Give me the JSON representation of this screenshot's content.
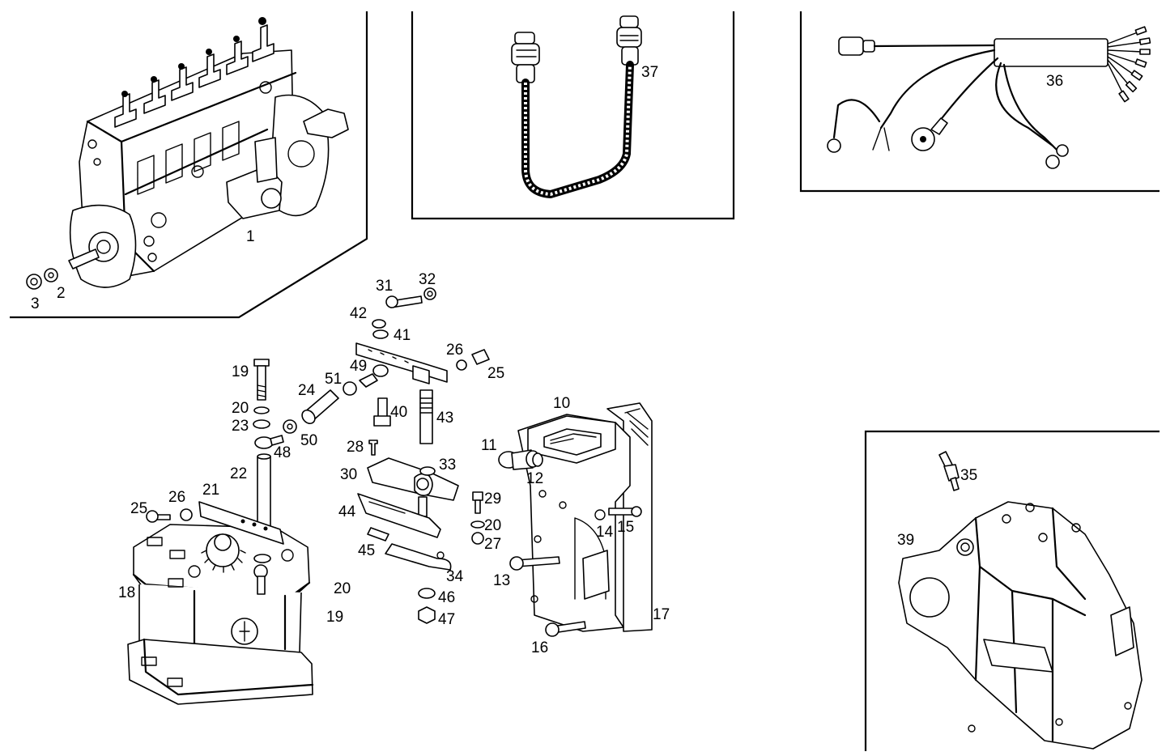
{
  "colors": {
    "ink": "#000000",
    "paper": "#ffffff"
  },
  "labels": {
    "p1": "1",
    "p2": "2",
    "p3": "3",
    "p10": "10",
    "p11": "11",
    "p12": "12",
    "p13": "13",
    "p14": "14",
    "p15": "15",
    "p16": "16",
    "p17": "17",
    "p18": "18",
    "p19a": "19",
    "p19b": "19",
    "p20a": "20",
    "p20b": "20",
    "p20c": "20",
    "p21": "21",
    "p22": "22",
    "p23": "23",
    "p24": "24",
    "p25a": "25",
    "p25b": "25",
    "p26a": "26",
    "p26b": "26",
    "p27": "27",
    "p28": "28",
    "p29": "29",
    "p30": "30",
    "p31": "31",
    "p32": "32",
    "p33": "33",
    "p34": "34",
    "p35": "35",
    "p36": "36",
    "p37": "37",
    "p39": "39",
    "p40": "40",
    "p41": "41",
    "p42": "42",
    "p43": "43",
    "p44": "44",
    "p45": "45",
    "p46": "46",
    "p47": "47",
    "p48": "48",
    "p49": "49",
    "p50": "50",
    "p51": "51"
  }
}
